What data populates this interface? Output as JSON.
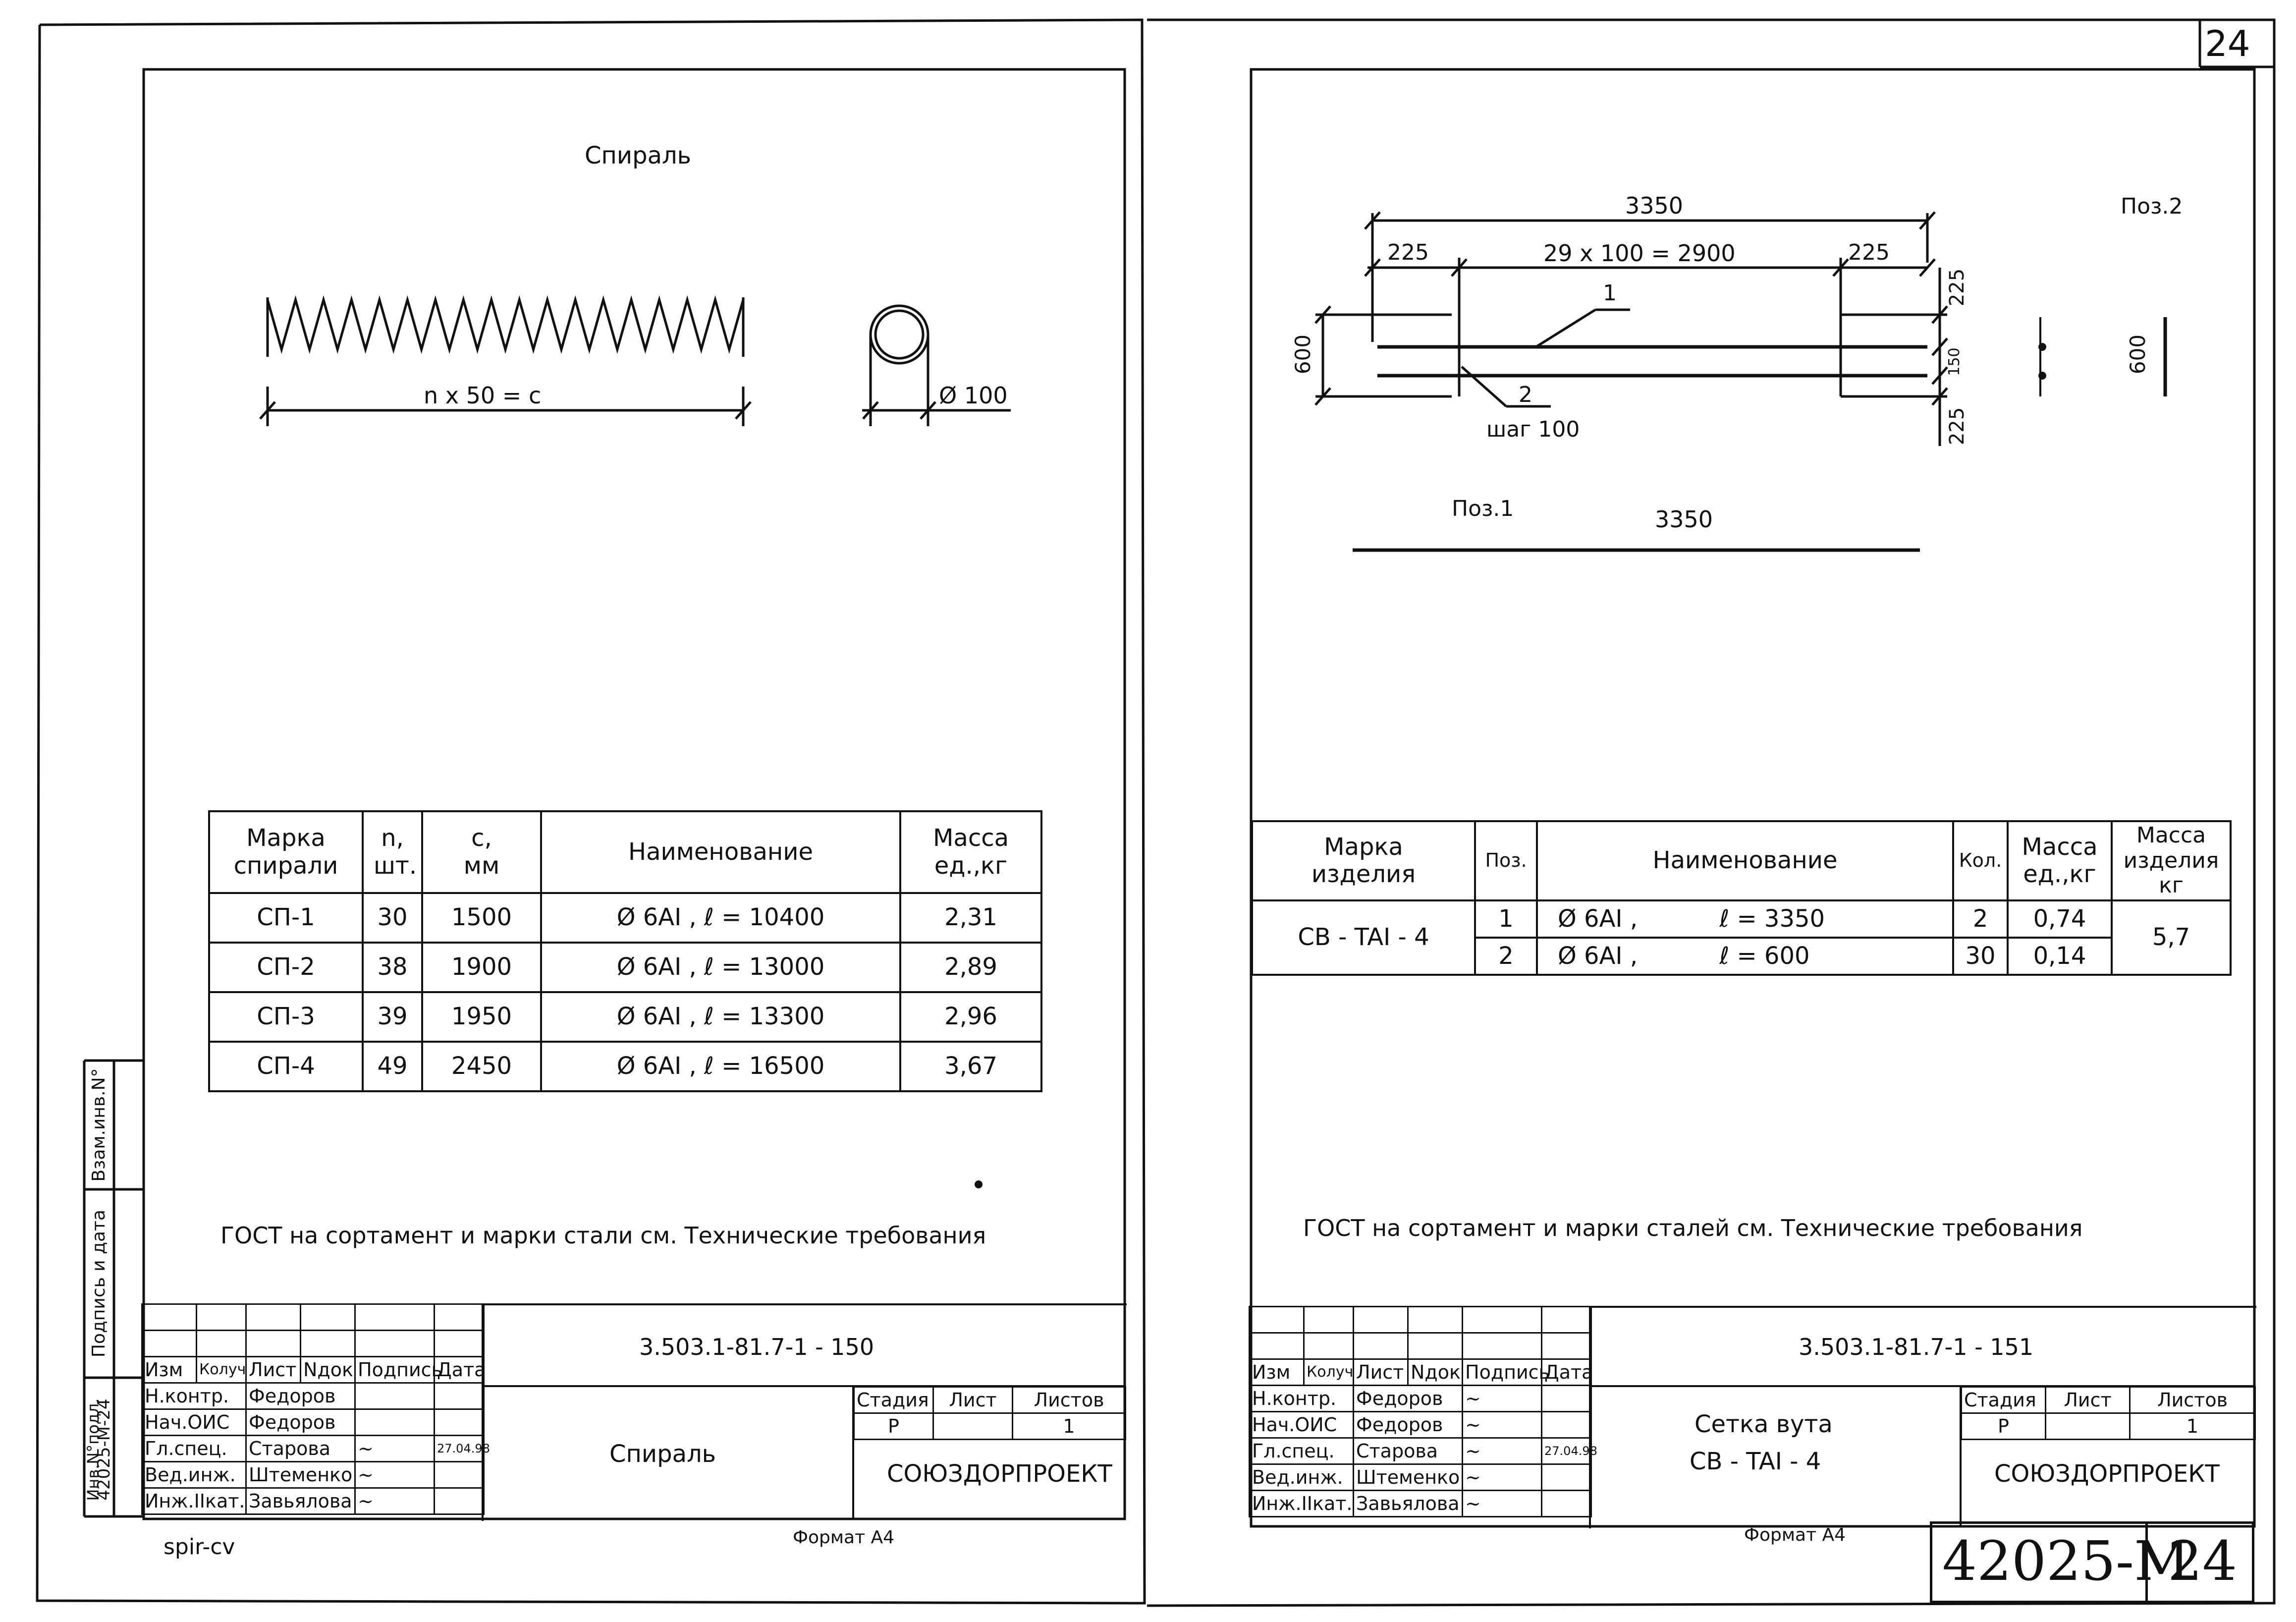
{
  "corner_sheet_number": "24",
  "left": {
    "title": "Спираль",
    "spiral_dim": "n x 50 = c",
    "diameter_dim": "Ø 100",
    "table": {
      "headers": [
        "Марка спирали",
        "n, шт.",
        "c, мм",
        "Наименование",
        "Масса ед.,кг"
      ],
      "rows": [
        {
          "mark": "СП-1",
          "n": "30",
          "c": "1500",
          "name": "Ø 6AI , ℓ = 10400",
          "mass": "2,31"
        },
        {
          "mark": "СП-2",
          "n": "38",
          "c": "1900",
          "name": "Ø 6AI , ℓ = 13000",
          "mass": "2,89"
        },
        {
          "mark": "СП-3",
          "n": "39",
          "c": "1950",
          "name": "Ø 6AI , ℓ = 13300",
          "mass": "2,96"
        },
        {
          "mark": "СП-4",
          "n": "49",
          "c": "2450",
          "name": "Ø 6AI , ℓ = 16500",
          "mass": "3,67"
        }
      ]
    },
    "note": "ГОСТ на сортамент и марки стали см. Технические требования",
    "doc_code": "3.503.1-81.7-1 - 150",
    "doc_name": "Спираль",
    "org": "СОЮЗДОРПРОЕКТ",
    "file_name": "spir-cv",
    "format": "Формат А4",
    "date": "27.04.98"
  },
  "right": {
    "pos2_label": "Поз.2",
    "pos1_label": "Поз.1",
    "dim_total": "3350",
    "dim_225": "225",
    "dim_mid": "29 x 100 = 2900",
    "dim_600": "600",
    "dim_150": "150",
    "step": "шаг 100",
    "callout_1": "1",
    "callout_2": "2",
    "pos1_length": "3350",
    "pos2_length": "600",
    "table": {
      "headers": [
        "Марка изделия",
        "Поз.",
        "Наименование",
        "Кол.",
        "Масса ед.,кг",
        "Масса изделия кг"
      ],
      "mark": "СВ - TAI - 4",
      "rows": [
        {
          "pos": "1",
          "name_d": "Ø 6AI ,",
          "name_l": "ℓ = 3350",
          "qty": "2",
          "mass": "0,74"
        },
        {
          "pos": "2",
          "name_d": "Ø 6AI ,",
          "name_l": "ℓ = 600",
          "qty": "30",
          "mass": "0,14"
        }
      ],
      "total_mass": "5,7"
    },
    "note": "ГОСТ на сортамент и марки сталей см. Технические требования",
    "doc_code": "3.503.1-81.7-1 - 151",
    "doc_name_1": "Сетка вута",
    "doc_name_2": "СВ - TAI - 4",
    "org": "СОЮЗДОРПРОЕКТ",
    "format": "Формат А4",
    "stamp_code": "42025-M",
    "stamp_num": "24",
    "date": "27.04.98"
  },
  "title_block": {
    "hdr": [
      "Изм",
      "Колуч",
      "Лист",
      "Nдок",
      "Подпись",
      "Дата"
    ],
    "roles": [
      "Н.контр.",
      "Нач.ОИС",
      "Гл.спец.",
      "Вед.инж.",
      "Инж.IIкат."
    ],
    "names": [
      "Федоров",
      "Федоров",
      "Старова",
      "Штеменко",
      "Завьялова"
    ],
    "stage_hdr": [
      "Стадия",
      "Лист",
      "Листов"
    ],
    "stage_val": [
      "Р",
      "",
      "1"
    ]
  },
  "side_strip": {
    "inv_label": "Инв.N°подл.",
    "inv_value": "42025-M-24",
    "sign_label": "Подпись и дата",
    "swap_label": "Взам.инв.N°"
  }
}
